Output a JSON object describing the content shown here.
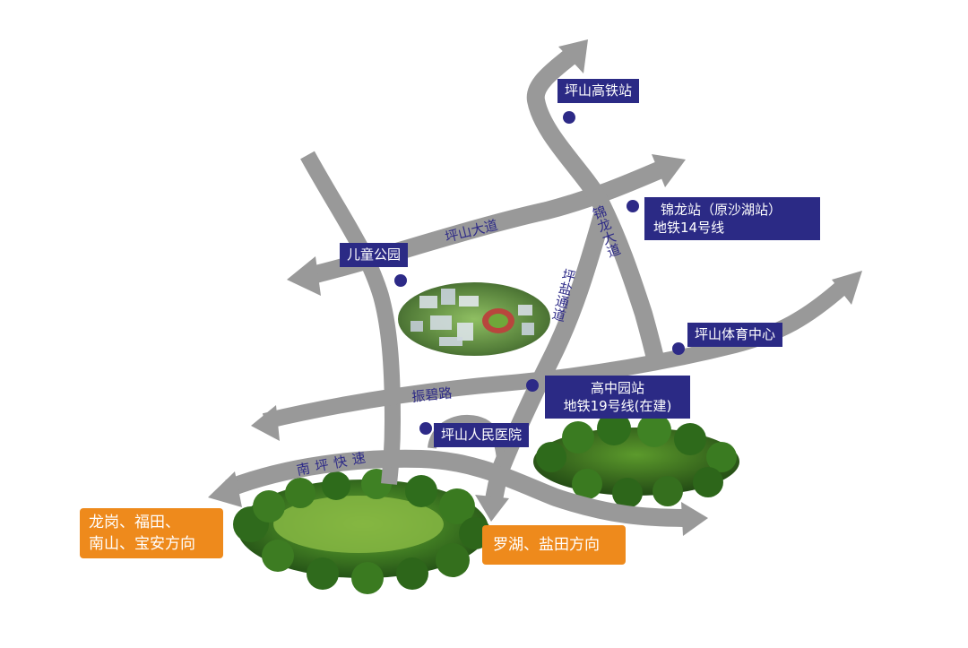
{
  "roads": {
    "pingshan_avenue": "坪山大道",
    "jinlong_avenue": "锦龙大道",
    "pingyan_passage": "坪盐通道",
    "zhenbi_road": "振碧路",
    "nanping_expressway": "南坪快速"
  },
  "stations": {
    "pingshan_hsr": "坪山高铁站",
    "jinlong_line1": "锦龙站（原沙湖站）",
    "jinlong_line2": "地铁14号线",
    "children_park": "儿童公园",
    "sports_center": "坪山体育中心",
    "gaozhongyuan_line1": "高中园站",
    "gaozhongyuan_line2": "地铁19号线(在建)",
    "hospital": "坪山人民医院"
  },
  "directions": {
    "west_line1": "龙岗、福田、",
    "west_line2": "南山、宝安方向",
    "southeast": "罗湖、盐田方向"
  },
  "colors": {
    "road": "#999999",
    "label_bg": "#2b2a85",
    "direction_bg": "#ee8a1c",
    "poi_dot": "#2d2a87"
  }
}
